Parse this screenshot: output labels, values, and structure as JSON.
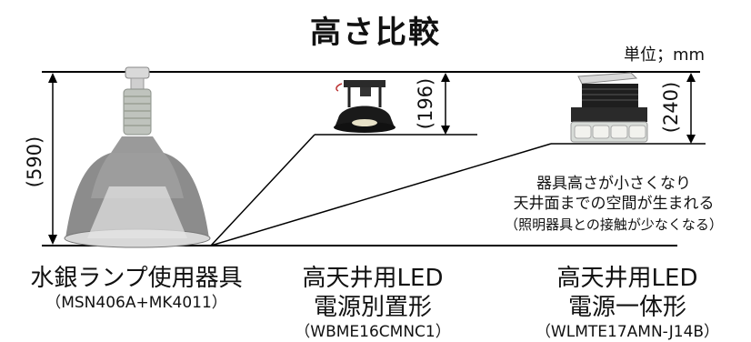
{
  "title": "高さ比較",
  "unit": "単位；mm",
  "dimensions": {
    "mercury": "(590)",
    "separate": "(196)",
    "integrated": "(240)"
  },
  "note": {
    "line1": "器具高さが小さくなり",
    "line2": "天井面までの空間が生まれる",
    "line3": "（照明器具との接触が少なくなる）"
  },
  "products": [
    {
      "name": "水銀ランプ使用器具",
      "name2": "",
      "model": "（MSN406A+MK4011）"
    },
    {
      "name": "高天井用LED",
      "name2": "電源別置形",
      "model": "（WBME16CMNC1）"
    },
    {
      "name": "高天井用LED",
      "name2": "電源一体形",
      "model": "（WLMTE17AMN-J14B）"
    }
  ],
  "colors": {
    "line": "#000000",
    "shade": "#a9a9a9",
    "reflector": "#d8d8d8"
  }
}
